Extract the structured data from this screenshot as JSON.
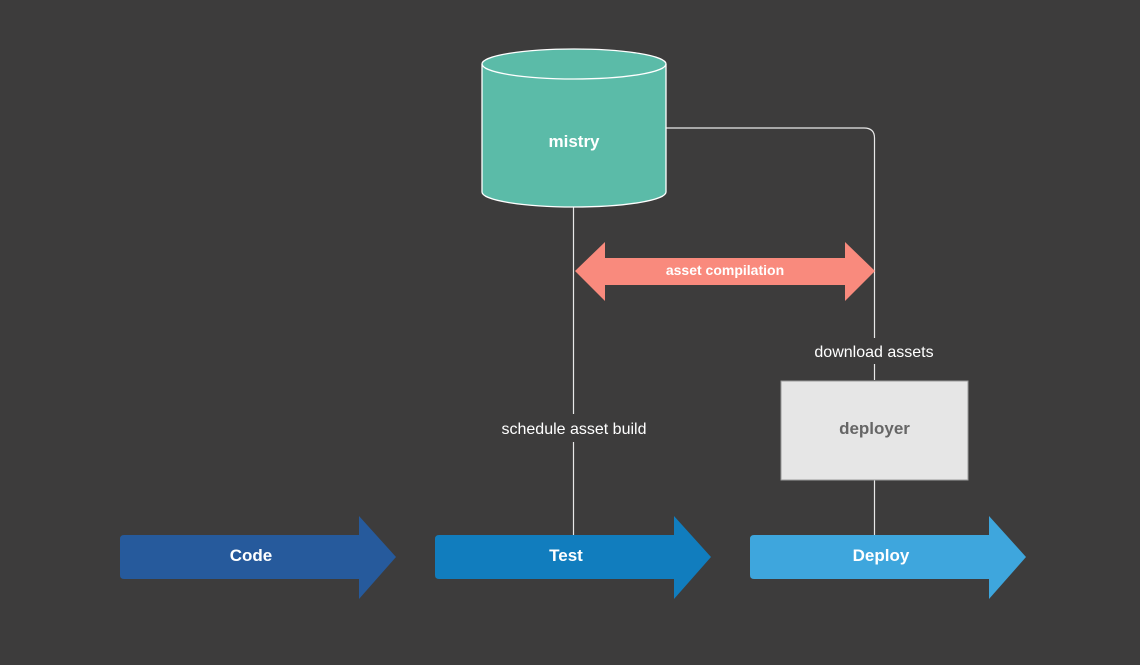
{
  "colors": {
    "background": "#3d3c3c",
    "store": "#5bbba8",
    "compilation": "#f98a7d",
    "code": "#265a9c",
    "test": "#117dbe",
    "deploy": "#3ea6dd",
    "deployer_box": "#e6e6e6",
    "connector": "#e8e8e8"
  },
  "store": {
    "label": "mistry",
    "icon": "database-cylinder-icon"
  },
  "compilation": {
    "label": "asset compilation",
    "icon": "double-arrow-icon"
  },
  "deployer": {
    "label": "deployer"
  },
  "edges": {
    "schedule_label": "schedule asset build",
    "download_label": "download assets"
  },
  "stages": [
    {
      "label": "Code",
      "icon": "arrow-right-icon"
    },
    {
      "label": "Test",
      "icon": "arrow-right-icon"
    },
    {
      "label": "Deploy",
      "icon": "arrow-right-icon"
    }
  ]
}
